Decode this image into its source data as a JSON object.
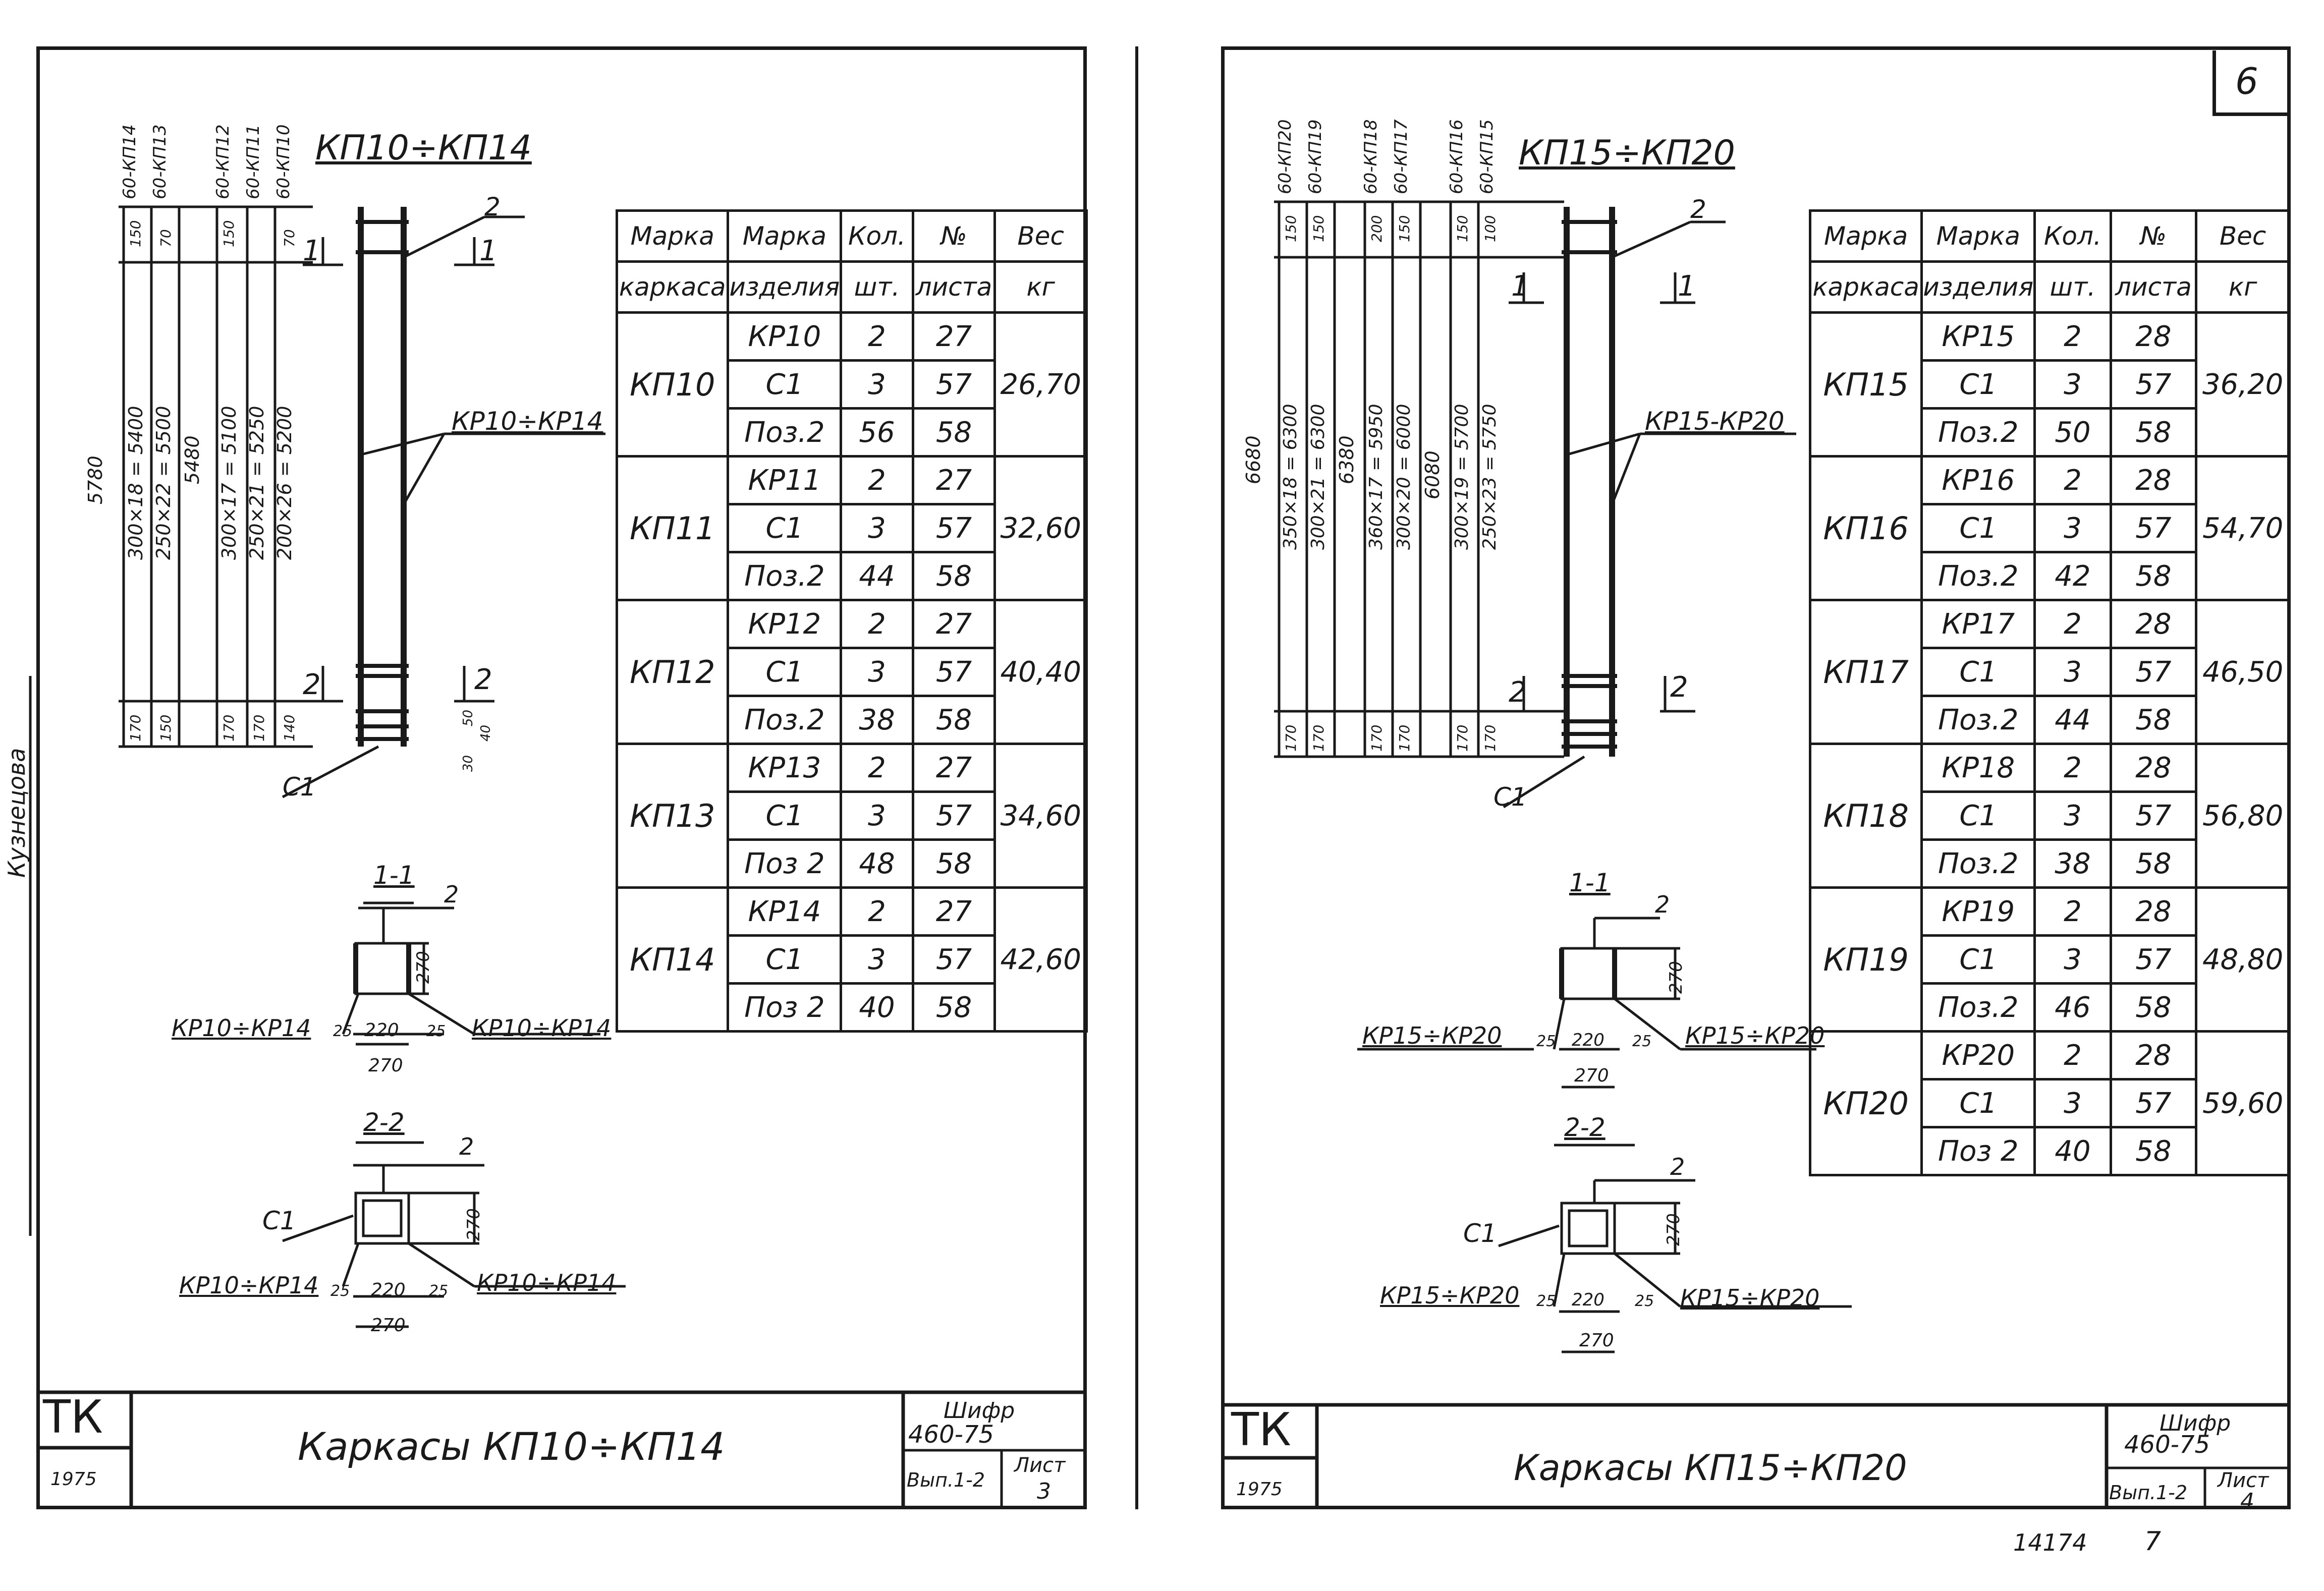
{
  "corner_sheet": "6",
  "left": {
    "heading": "КП10÷КП14",
    "top_marks": [
      "60-КП14",
      "60-КП13",
      "60-КП12",
      "60-КП11",
      "60-КП10"
    ],
    "dims_vertical": [
      "5780",
      "300×18 = 5400",
      "250×22 = 5500",
      "5480",
      "300×17 = 5100",
      "250×21 = 5250",
      "200×26 = 5200"
    ],
    "top_small": [
      "150",
      "70",
      "150",
      "70"
    ],
    "bottom_small": [
      "170",
      "150",
      "170",
      "170",
      "140"
    ],
    "bottom_small_right": [
      "50",
      "40",
      "30"
    ],
    "frame_label": "КР10÷КР14",
    "pos2": "2",
    "section1": "1",
    "section2": "2",
    "c1": "С1",
    "sec11": {
      "title": "1-1",
      "pos": "2",
      "left_label": "КР10÷КР14",
      "right_label": "КР10÷КР14",
      "d270v": "270",
      "d25a": "25",
      "d220": "220",
      "d25b": "25",
      "d270": "270"
    },
    "sec22": {
      "title": "2-2",
      "pos": "2",
      "c1": "С1",
      "left_label": "КР10÷КР14",
      "right_label": "КР10÷КР14",
      "d270v": "270",
      "d25a": "25",
      "d220": "220",
      "d25b": "25",
      "d270": "270"
    },
    "table": {
      "headers": [
        [
          "Марка",
          "Марка",
          "Кол.",
          "№",
          "Вес"
        ],
        [
          "каркаса",
          "изделия",
          "шт.",
          "листа",
          "кг"
        ]
      ],
      "groups": [
        {
          "mark": "КП10",
          "weight": "26,70",
          "rows": [
            [
              "КР10",
              "2",
              "27"
            ],
            [
              "С1",
              "3",
              "57"
            ],
            [
              "Поз.2",
              "56",
              "58"
            ]
          ]
        },
        {
          "mark": "КП11",
          "weight": "32,60",
          "rows": [
            [
              "КР11",
              "2",
              "27"
            ],
            [
              "С1",
              "3",
              "57"
            ],
            [
              "Поз.2",
              "44",
              "58"
            ]
          ]
        },
        {
          "mark": "КП12",
          "weight": "40,40",
          "rows": [
            [
              "КР12",
              "2",
              "27"
            ],
            [
              "С1",
              "3",
              "57"
            ],
            [
              "Поз.2",
              "38",
              "58"
            ]
          ]
        },
        {
          "mark": "КП13",
          "weight": "34,60",
          "rows": [
            [
              "КР13",
              "2",
              "27"
            ],
            [
              "С1",
              "3",
              "57"
            ],
            [
              "Поз 2",
              "48",
              "58"
            ]
          ]
        },
        {
          "mark": "КП14",
          "weight": "42,60",
          "rows": [
            [
              "КР14",
              "2",
              "27"
            ],
            [
              "С1",
              "3",
              "57"
            ],
            [
              "Поз 2",
              "40",
              "58"
            ]
          ]
        }
      ]
    },
    "stamp": {
      "tk": "ТК",
      "year": "1975",
      "title": "Каркасы КП10÷КП14",
      "code_label": "Шифр",
      "code": "460-75",
      "vyp": "Вып.1-2",
      "list_label": "Лист",
      "list": "3"
    }
  },
  "right": {
    "heading": "КП15÷КП20",
    "top_marks": [
      "60-КП20",
      "60-КП19",
      "60-КП18",
      "60-КП17",
      "60-КП16",
      "60-КП15"
    ],
    "dims_vertical": [
      "6680",
      "350×18 = 6300",
      "300×21 = 6300",
      "6380",
      "360×17 = 5950",
      "300×20 = 6000",
      "6080",
      "300×19 = 5700",
      "250×23 = 5750"
    ],
    "top_small": [
      "150",
      "150",
      "200",
      "150",
      "150",
      "100"
    ],
    "bottom_small": [
      "170",
      "170",
      "170",
      "170",
      "170",
      "170"
    ],
    "frame_label": "КР15-КР20",
    "pos2": "2",
    "section1": "1",
    "section2": "2",
    "c1": "С1",
    "sec11": {
      "title": "1-1",
      "pos": "2",
      "left_label": "КР15÷КР20",
      "right_label": "КР15÷КР20",
      "d270v": "270",
      "d25a": "25",
      "d220": "220",
      "d25b": "25",
      "d270": "270"
    },
    "sec22": {
      "title": "2-2",
      "pos": "2",
      "c1": "С1",
      "left_label": "КР15÷КР20",
      "right_label": "КР15÷КР20",
      "d270v": "270",
      "d25a": "25",
      "d220": "220",
      "d25b": "25",
      "d270": "270"
    },
    "table": {
      "headers": [
        [
          "Марка",
          "Марка",
          "Кол.",
          "№",
          "Вес"
        ],
        [
          "каркаса",
          "изделия",
          "шт.",
          "листа",
          "кг"
        ]
      ],
      "groups": [
        {
          "mark": "КП15",
          "weight": "36,20",
          "rows": [
            [
              "КР15",
              "2",
              "28"
            ],
            [
              "С1",
              "3",
              "57"
            ],
            [
              "Поз.2",
              "50",
              "58"
            ]
          ]
        },
        {
          "mark": "КП16",
          "weight": "54,70",
          "rows": [
            [
              "КР16",
              "2",
              "28"
            ],
            [
              "С1",
              "3",
              "57"
            ],
            [
              "Поз.2",
              "42",
              "58"
            ]
          ]
        },
        {
          "mark": "КП17",
          "weight": "46,50",
          "rows": [
            [
              "КР17",
              "2",
              "28"
            ],
            [
              "С1",
              "3",
              "57"
            ],
            [
              "Поз.2",
              "44",
              "58"
            ]
          ]
        },
        {
          "mark": "КП18",
          "weight": "56,80",
          "rows": [
            [
              "КР18",
              "2",
              "28"
            ],
            [
              "С1",
              "3",
              "57"
            ],
            [
              "Поз.2",
              "38",
              "58"
            ]
          ]
        },
        {
          "mark": "КП19",
          "weight": "48,80",
          "rows": [
            [
              "КР19",
              "2",
              "28"
            ],
            [
              "С1",
              "3",
              "57"
            ],
            [
              "Поз.2",
              "46",
              "58"
            ]
          ]
        },
        {
          "mark": "КП20",
          "weight": "59,60",
          "rows": [
            [
              "КР20",
              "2",
              "28"
            ],
            [
              "С1",
              "3",
              "57"
            ],
            [
              "Поз 2",
              "40",
              "58"
            ]
          ]
        }
      ]
    },
    "stamp": {
      "tk": "ТК",
      "year": "1975",
      "title": "Каркасы КП15÷КП20",
      "code_label": "Шифр",
      "code": "460-75",
      "vyp": "Вып.1-2",
      "list_label": "Лист",
      "list": "4"
    }
  },
  "margin_signature": "Кузнецова",
  "footer_numbers": [
    "14174",
    "7"
  ]
}
